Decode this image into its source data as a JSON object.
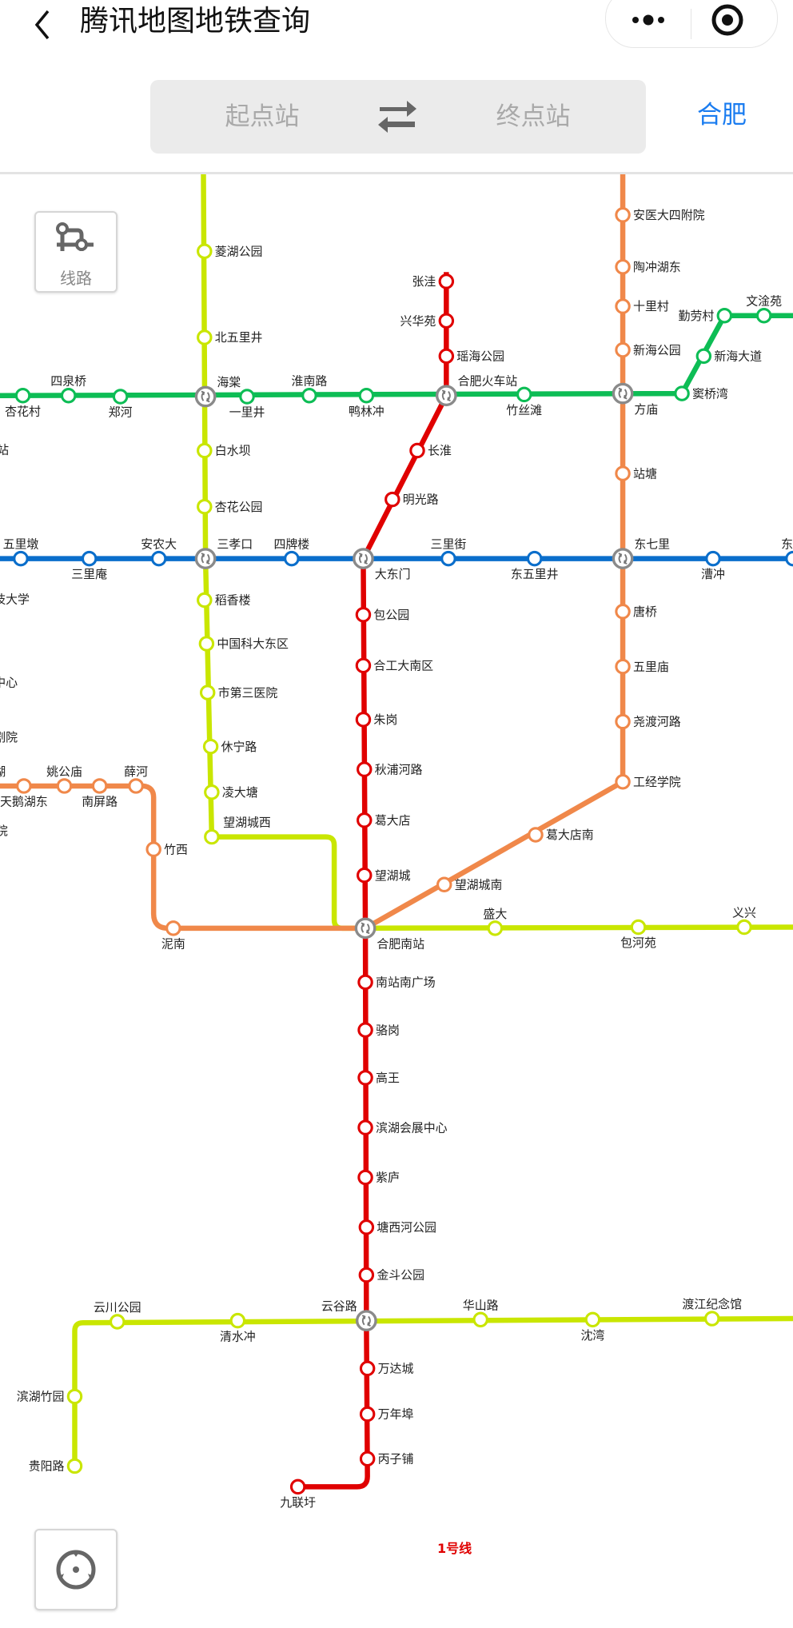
{
  "header": {
    "title": "腾讯地图地铁查询",
    "start_placeholder": "起点站",
    "end_placeholder": "终点站",
    "city": "合肥"
  },
  "buttons": {
    "routes_label": "线路"
  },
  "map": {
    "line_label": "1号线",
    "line_label_color": "#e00000",
    "interchanges": [
      "海棠",
      "合肥火车站",
      "方庙",
      "三孝口",
      "大东门",
      "东七里",
      "合肥南站",
      "云谷路"
    ],
    "clipped_labels": [
      "站",
      "技大学",
      "中心",
      "剧院",
      "湖",
      "院"
    ],
    "lines": [
      {
        "color": "#e00000",
        "stations": [
          "张洼",
          "兴华苑",
          "瑶海公园",
          "长淮",
          "明光路",
          "包公园",
          "合工大南区",
          "朱岗",
          "秋浦河路",
          "葛大店",
          "望湖城",
          "南站南广场",
          "骆岗",
          "高王",
          "滨湖会展中心",
          "紫庐",
          "塘西河公园",
          "金斗公园",
          "万达城",
          "万年埠",
          "丙子铺",
          "九联圩"
        ]
      },
      {
        "color": "#0a6ecb",
        "stations": [
          "五里墩",
          "三里庵",
          "安农大",
          "四牌楼",
          "三里街",
          "东五里井",
          "漕冲",
          "东二"
        ]
      },
      {
        "color": "#0dbd55",
        "stations": [
          "杏花村",
          "四泉桥",
          "郑河",
          "一里井",
          "淮南路",
          "鸭林冲",
          "竹丝滩",
          "窦桥湾",
          "新海大道",
          "勤劳村",
          "文淦苑"
        ]
      },
      {
        "color": "#c9e600",
        "stations": [
          "菱湖公园",
          "北五里井",
          "白水坝",
          "杏花公园",
          "稻香楼",
          "中国科大东区",
          "市第三医院",
          "休宁路",
          "凌大塘",
          "望湖城西",
          "盛大",
          "包河苑",
          "义兴"
        ]
      },
      {
        "color": "#c9e600",
        "stations": [
          "贵阳路",
          "滨湖竹园",
          "云川公园",
          "清水冲",
          "华山路",
          "沈湾",
          "渡江纪念馆"
        ]
      },
      {
        "color": "#f0884a",
        "stations": [
          "安医大四附院",
          "陶冲湖东",
          "十里村",
          "新海公园",
          "站塘",
          "唐桥",
          "五里庙",
          "尧渡河路",
          "工经学院",
          "葛大店南",
          "望湖城南",
          "泥南",
          "竹西",
          "薛河",
          "南屏路",
          "姚公庙",
          "天鹅湖东"
        ]
      }
    ]
  }
}
